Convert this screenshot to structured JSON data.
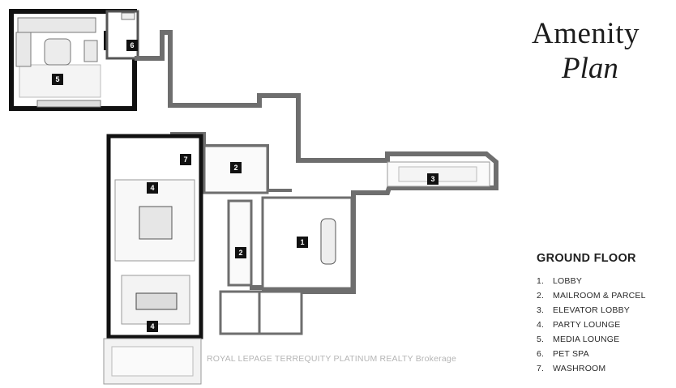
{
  "title": {
    "line1": "Amenity",
    "line2": "Plan"
  },
  "floor_label": "GROUND FLOOR",
  "legend": [
    {
      "num": "1.",
      "label": "LOBBY"
    },
    {
      "num": "2.",
      "label": "MAILROOM & PARCEL"
    },
    {
      "num": "3.",
      "label": "ELEVATOR LOBBY"
    },
    {
      "num": "4.",
      "label": "PARTY LOUNGE"
    },
    {
      "num": "5.",
      "label": "MEDIA LOUNGE"
    },
    {
      "num": "6.",
      "label": "PET SPA"
    },
    {
      "num": "7.",
      "label": "WASHROOM"
    }
  ],
  "room_tags": {
    "lobby": "1",
    "mailroom_top": "2",
    "mailroom_bottom": "2",
    "elevator_lobby": "3",
    "party_lounge_top": "4",
    "party_lounge_bottom": "4",
    "media_lounge": "5",
    "pet_spa": "6",
    "washroom": "7"
  },
  "watermark": "ROYAL LEPAGE TERREQUITY PLATINUM REALTY Brokerage",
  "colors": {
    "wall": "#6e6e6e",
    "wall_dark": "#111111",
    "room_fill": "#f6f6f6",
    "text": "#1c1c1c"
  }
}
